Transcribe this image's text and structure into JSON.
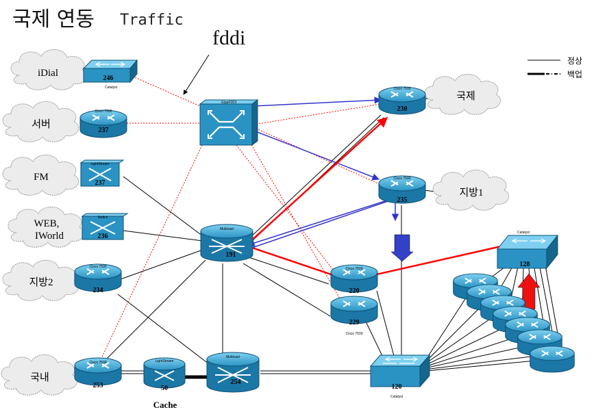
{
  "title": {
    "korean": "국제 연동",
    "english": "Traffic"
  },
  "fddi_label": "fddi",
  "cache_label": "Cache",
  "legend": {
    "normal": "정상",
    "backup": "백업"
  },
  "colors": {
    "device": "#2a93c4",
    "device_dark": "#16658c",
    "cloud": "#ececec",
    "red": "#ff0000",
    "blue": "#3333cc"
  },
  "clouds": {
    "idial": "iDial",
    "server": "서버",
    "fm": "FM",
    "web": "WEB,",
    "iworld": "IWorld",
    "jibang2": "지방2",
    "domestic": "국내",
    "international": "국제",
    "jibang1": "지방1"
  },
  "devices": {
    "d246": {
      "num": "246",
      "tag": "Catalyst",
      "icon": "switch-icon"
    },
    "d237a": {
      "num": "237",
      "tag": "Cisco 7500",
      "icon": "router-icon"
    },
    "d237b": {
      "num": "237",
      "tag": "LightStream",
      "icon": "atm-switch-icon"
    },
    "d236": {
      "num": "236",
      "tag": "Switch",
      "icon": "atm-switch-icon"
    },
    "d234": {
      "num": "234",
      "tag": "Cisco 7500",
      "icon": "router-icon"
    },
    "d253": {
      "num": "253",
      "tag": "Cisco 7500",
      "icon": "router-icon"
    },
    "d50": {
      "num": "50",
      "tag": "LightStream",
      "icon": "atm-switch-icon"
    },
    "d254": {
      "num": "254",
      "tag": "Multicast",
      "icon": "multilayer-switch-icon"
    },
    "d191": {
      "num": "191",
      "tag": "Multicast",
      "icon": "multilayer-switch-icon"
    },
    "fddi_sw": {
      "num": "",
      "tag": "GigaFDDI",
      "icon": "fddi-switch-icon"
    },
    "d230": {
      "num": "230",
      "tag": "Cisco 7500",
      "icon": "router-icon"
    },
    "d235": {
      "num": "235",
      "tag": "Cisco 7500",
      "icon": "router-icon"
    },
    "d220": {
      "num": "220",
      "tag": "Cisco 7500",
      "icon": "router-icon"
    },
    "d229": {
      "num": "229",
      "tag": "Cisco 7500",
      "icon": "router-icon"
    },
    "d120": {
      "num": "120",
      "tag": "Catalyst",
      "icon": "switch-icon"
    },
    "d128": {
      "num": "128",
      "tag": "Catalyst",
      "icon": "switch-icon"
    }
  }
}
